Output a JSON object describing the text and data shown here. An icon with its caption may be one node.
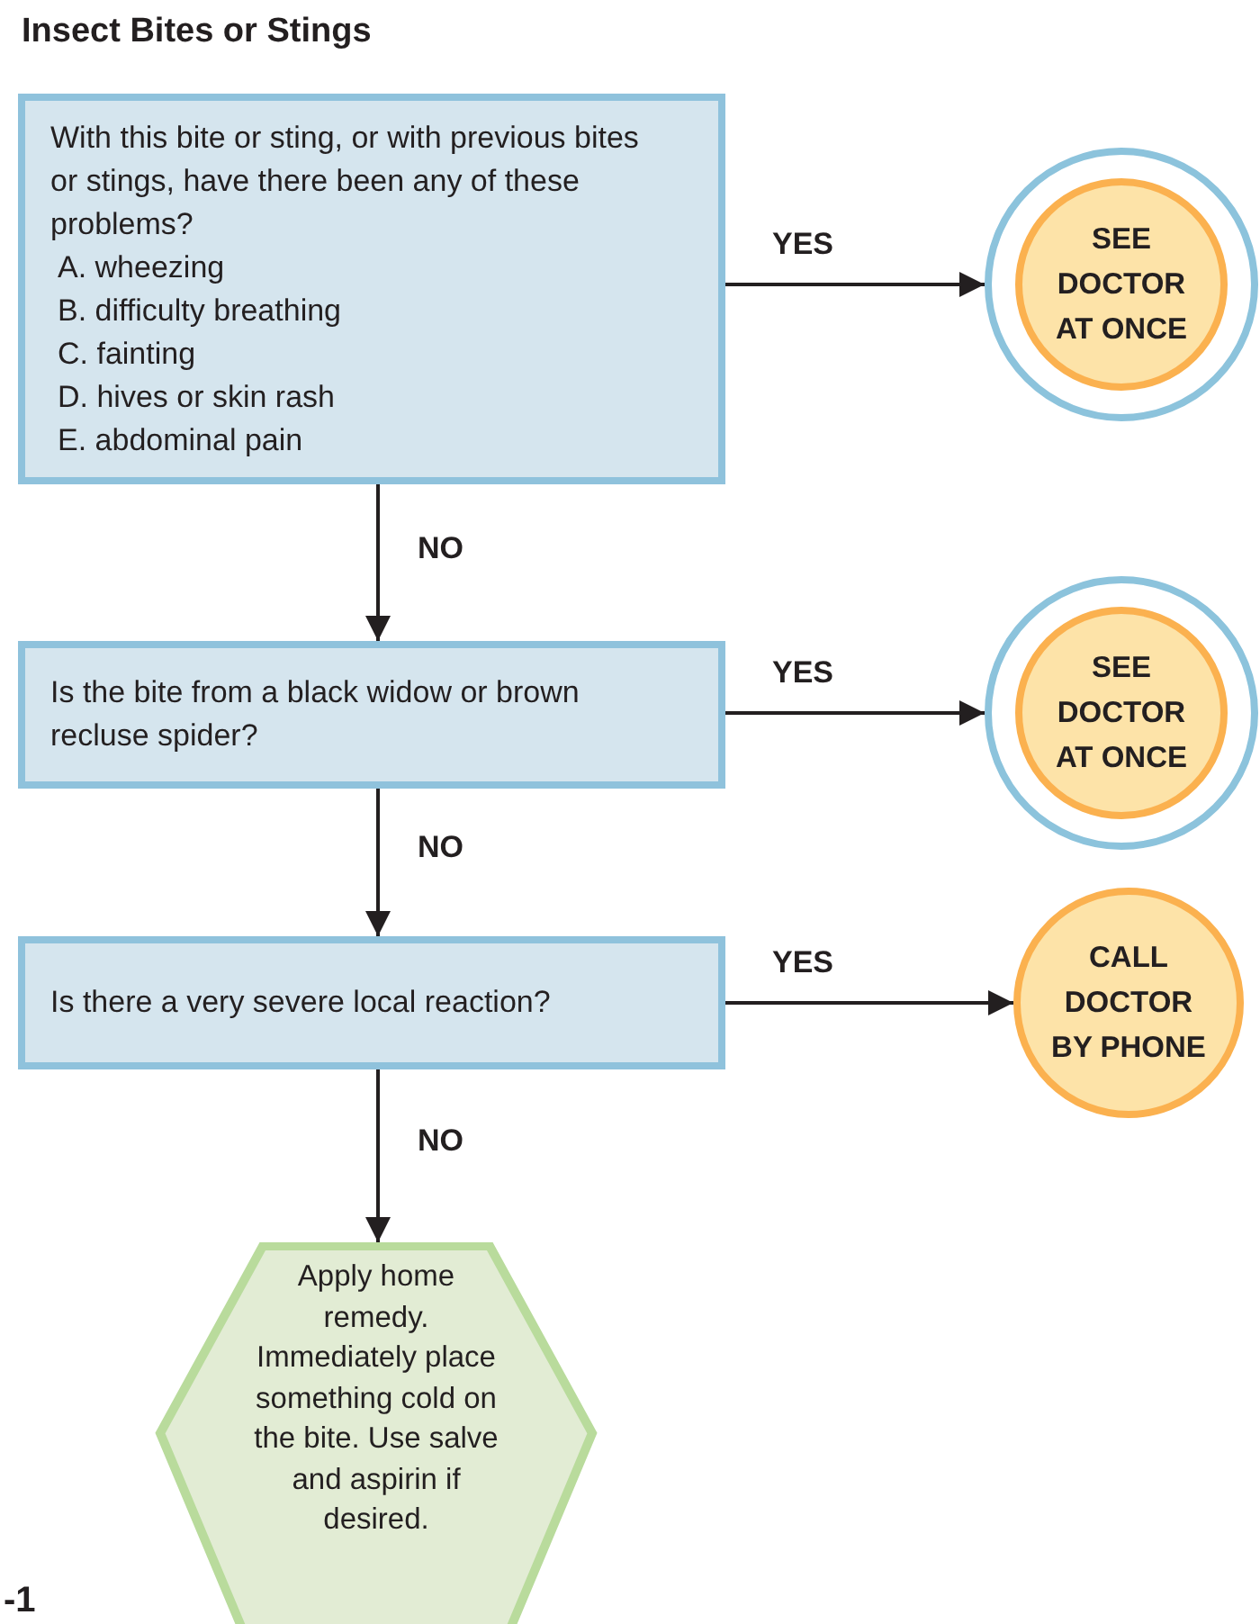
{
  "diagram": {
    "title": "Insect Bites or Stings",
    "nodes": [
      {
        "text": [
          "With this bite or sting, or with previous bites or stings, have there been any of these problems?",
          "A. wheezing",
          "B. difficulty breathing",
          "C. fainting",
          "D. hives or skin rash",
          "E. abdominal pain"
        ]
      },
      {
        "text": [
          "SEE DOCTOR AT ONCE"
        ]
      },
      {
        "text": [
          "Is the bite from a black widow or brown recluse spider?"
        ]
      },
      {
        "text": [
          "SEE DOCTOR AT ONCE"
        ]
      },
      {
        "text": [
          "Is there a very severe local reaction?"
        ]
      },
      {
        "text": [
          "CALL DOCTOR BY PHONE"
        ]
      },
      {
        "text": [
          "Apply home remedy. Immediately place something cold on the bite. Use salve and aspirin if desired."
        ]
      }
    ],
    "edges": [
      {
        "from": 0,
        "to": 1,
        "arrow": "to",
        "label": "YES"
      },
      {
        "from": 0,
        "to": 2,
        "arrow": "to",
        "label": "NO"
      },
      {
        "from": 2,
        "to": 3,
        "arrow": "to",
        "label": "YES"
      },
      {
        "from": 2,
        "to": 4,
        "arrow": "to",
        "label": "NO"
      },
      {
        "from": 4,
        "to": 5,
        "arrow": "to",
        "label": "YES"
      },
      {
        "from": 4,
        "to": 6,
        "arrow": "to",
        "label": "NO"
      }
    ],
    "labels": [
      "-1"
    ]
  }
}
